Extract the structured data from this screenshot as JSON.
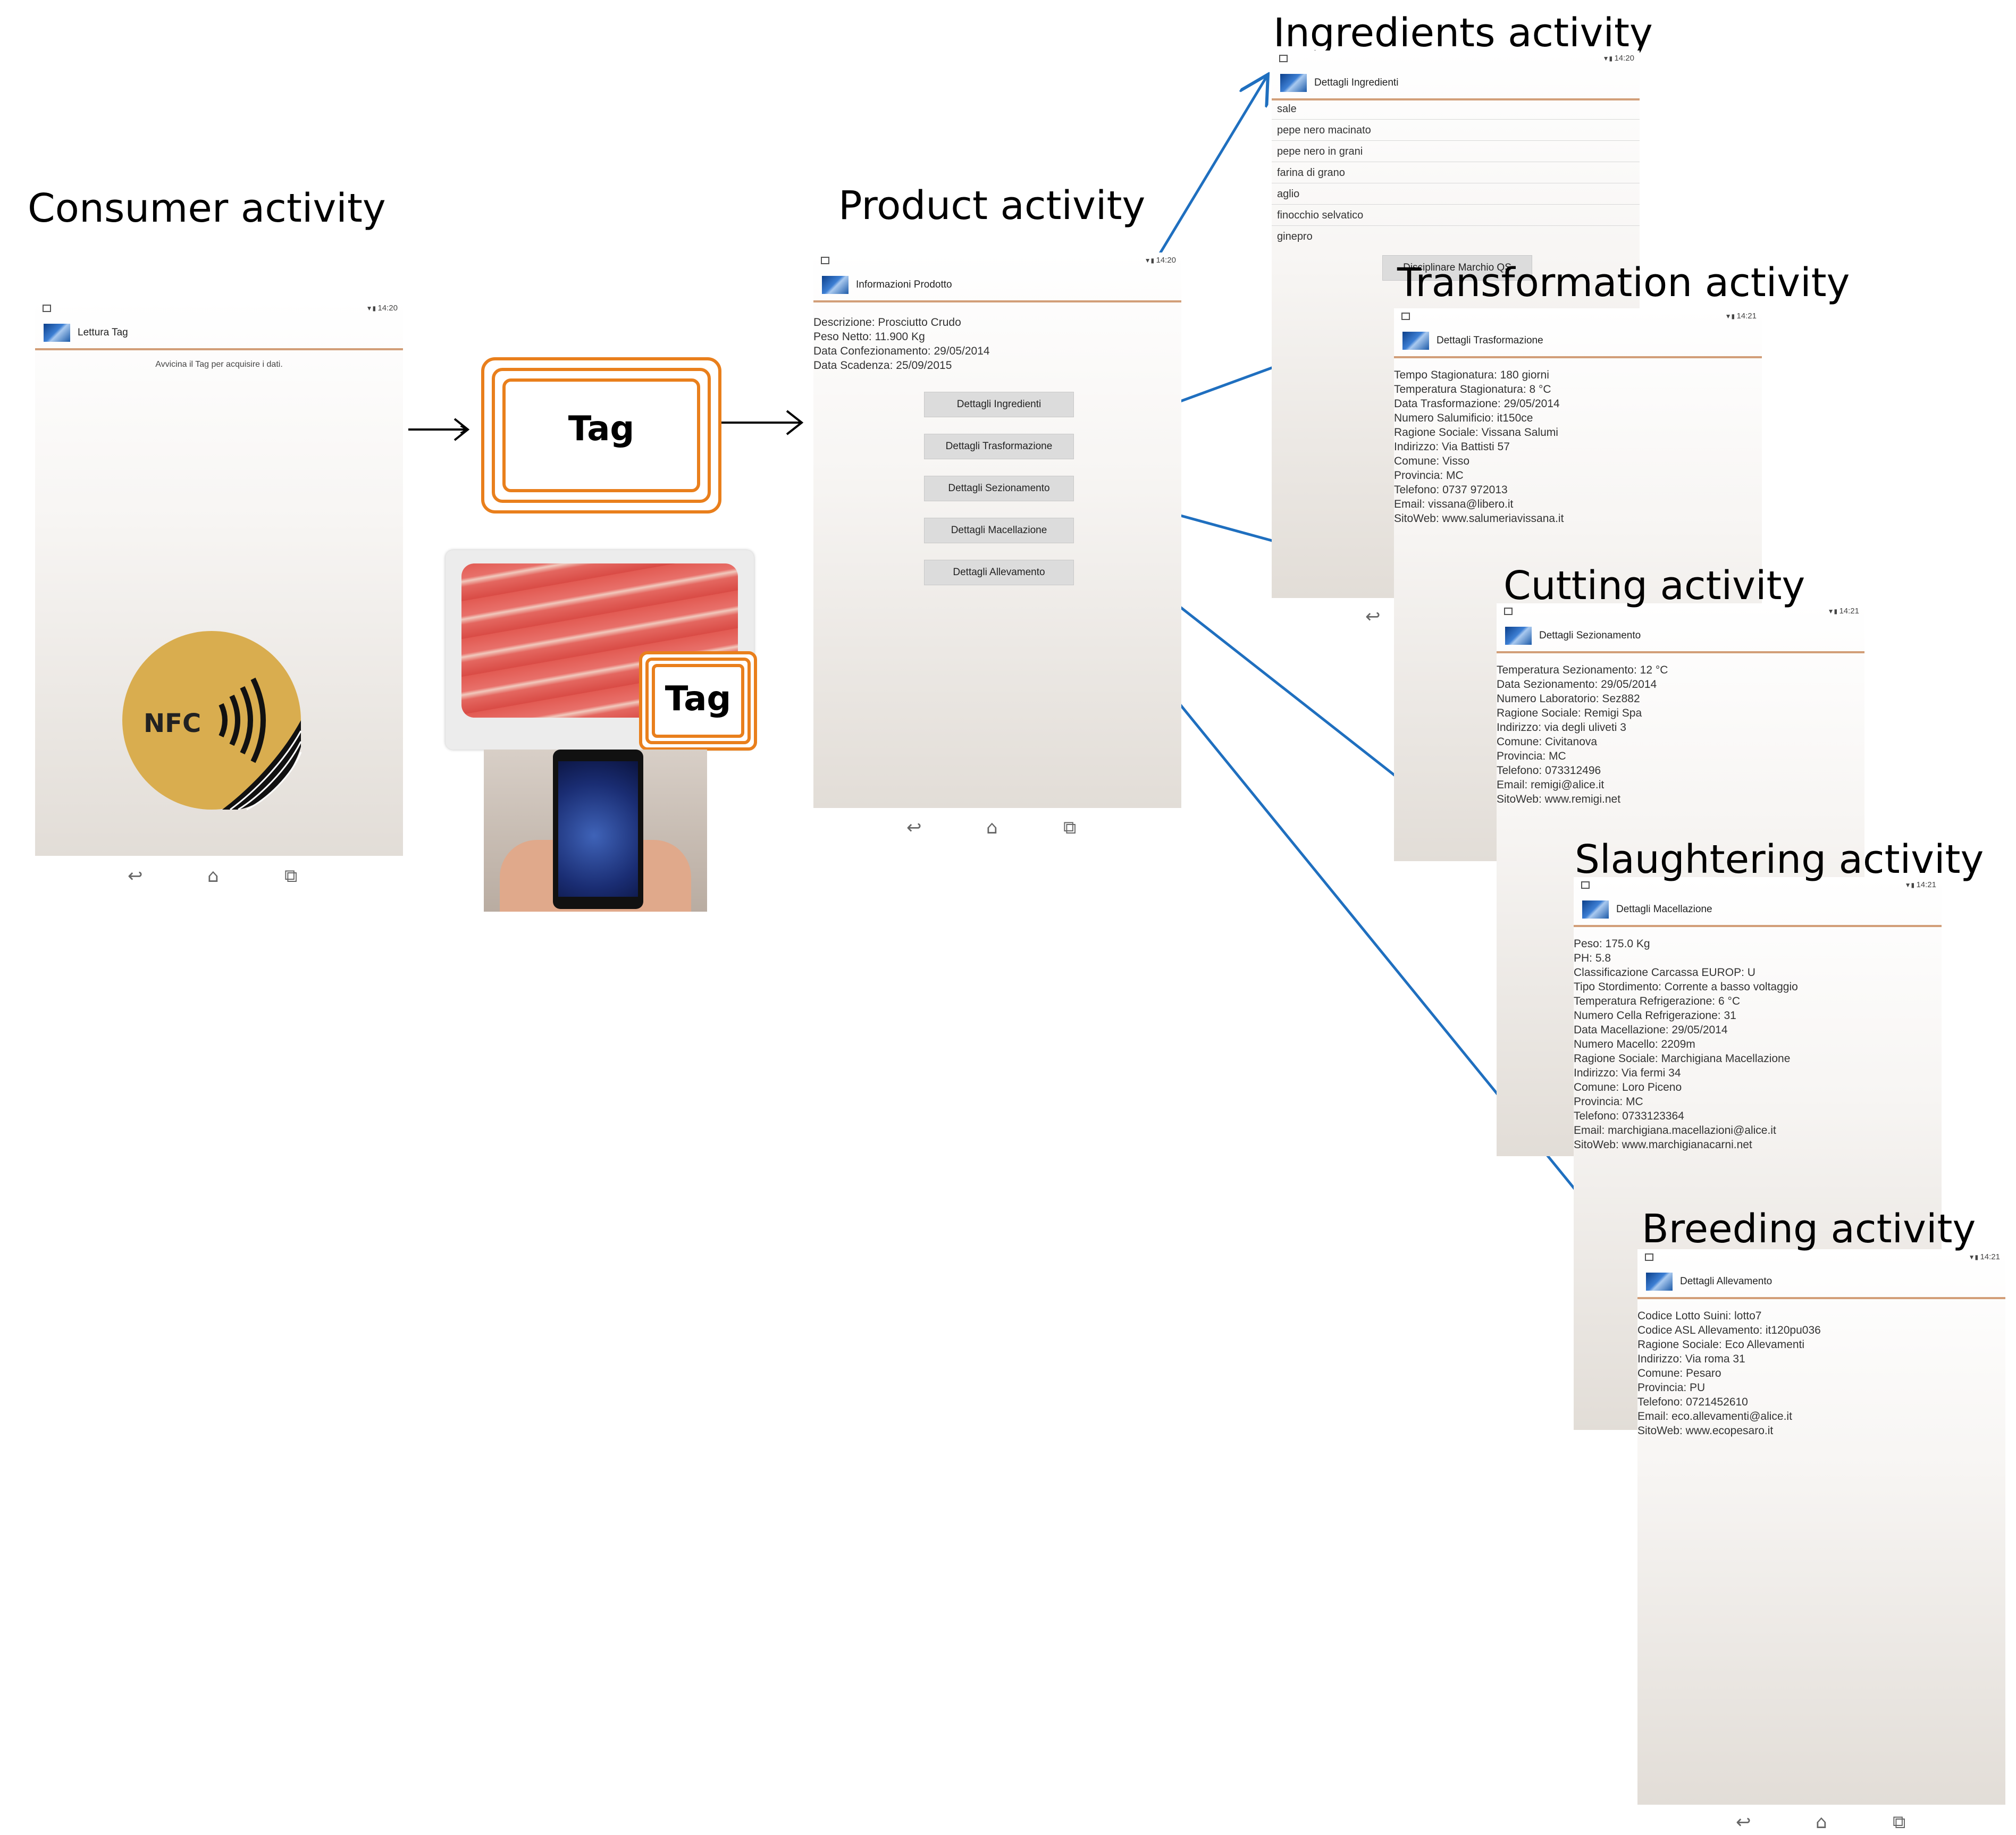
{
  "headings": {
    "consumer": "Consumer activity",
    "product": "Product activity",
    "ingredients": "Ingredients activity",
    "transformation": "Transformation activity",
    "cutting": "Cutting activity",
    "slaughtering": "Slaughtering activity",
    "breeding": "Breeding activity"
  },
  "time_a": "14:20",
  "time_b": "14:21",
  "tag": {
    "label": "Tag"
  },
  "nfc": {
    "label": "NFC"
  },
  "consumer_screen": {
    "title": "Lettura Tag",
    "hint": "Avvicina il Tag per acquisire i dati."
  },
  "product_screen": {
    "title": "Informazioni Prodotto",
    "lines": [
      "Descrizione: Prosciutto Crudo",
      "Peso Netto: 11.900 Kg",
      "Data Confezionamento: 29/05/2014",
      "Data Scadenza: 25/09/2015"
    ],
    "buttons": [
      "Dettagli Ingredienti",
      "Dettagli Trasformazione",
      "Dettagli Sezionamento",
      "Dettagli Macellazione",
      "Dettagli Allevamento"
    ]
  },
  "ingredients_screen": {
    "title": "Dettagli Ingredienti",
    "items": [
      "sale",
      "pepe nero macinato",
      "pepe nero in grani",
      "farina di grano",
      "aglio",
      "finocchio selvatico",
      "ginepro"
    ],
    "button": "Disciplinare Marchio QS"
  },
  "transformation_screen": {
    "title": "Dettagli Trasformazione",
    "lines": [
      "Tempo Stagionatura: 180 giorni",
      "Temperatura Stagionatura: 8 °C",
      "Data Trasformazione: 29/05/2014",
      "Numero Salumificio: it150ce",
      "Ragione Sociale: Vissana Salumi",
      "Indirizzo: Via Battisti 57",
      "Comune: Visso",
      "Provincia: MC",
      "Telefono: 0737 972013",
      "Email: vissana@libero.it",
      "SitoWeb: www.salumeriavissana.it"
    ]
  },
  "cutting_screen": {
    "title": "Dettagli Sezionamento",
    "lines": [
      "Temperatura Sezionamento: 12 °C",
      "Data Sezionamento: 29/05/2014",
      "Numero Laboratorio: Sez882",
      "Ragione Sociale: Remigi Spa",
      "Indirizzo: via degli uliveti 3",
      "Comune: Civitanova",
      "Provincia: MC",
      "Telefono: 073312496",
      "Email: remigi@alice.it",
      "SitoWeb: www.remigi.net"
    ]
  },
  "slaughtering_screen": {
    "title": "Dettagli Macellazione",
    "lines": [
      "Peso: 175.0 Kg",
      "PH: 5.8",
      "Classificazione Carcassa EUROP: U",
      "Tipo Stordimento: Corrente a basso voltaggio",
      "Temperatura Refrigerazione: 6 °C",
      "Numero Cella Refrigerazione: 31",
      "Data Macellazione: 29/05/2014",
      "Numero Macello: 2209m",
      "Ragione Sociale: Marchigiana Macellazione",
      "Indirizzo: Via fermi 34",
      "Comune: Loro Piceno",
      "Provincia: MC",
      "Telefono: 0733123364",
      "Email: marchigiana.macellazioni@alice.it",
      "SitoWeb: www.marchigianacarni.net"
    ]
  },
  "breeding_screen": {
    "title": "Dettagli Allevamento",
    "lines": [
      "Codice Lotto Suini: lotto7",
      "Codice ASL Allevamento: it120pu036",
      "Ragione Sociale: Eco Allevamenti",
      "Indirizzo: Via roma 31",
      "Comune: Pesaro",
      "Provincia: PU",
      "Telefono: 0721452610",
      "Email: eco.allevamenti@alice.it",
      "SitoWeb: www.ecopesaro.it"
    ]
  },
  "colors": {
    "arrow_blue": "#1f6fbf",
    "tag_orange": "#e97f1c",
    "actionbar_line": "#d29e78",
    "nfc_gold": "#d9ad4f"
  }
}
